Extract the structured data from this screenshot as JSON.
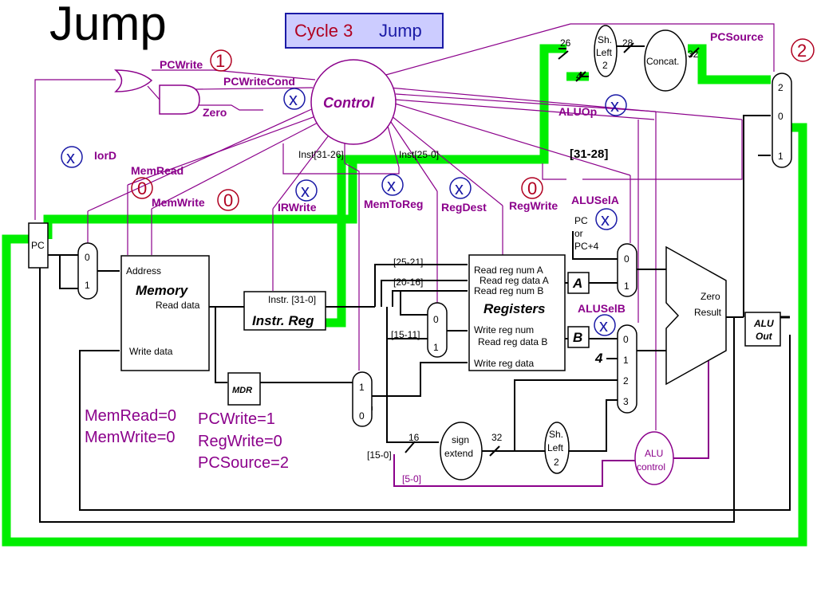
{
  "title": "Jump",
  "cycle_box": {
    "cycle": "Cycle 3",
    "phase": "Jump"
  },
  "control": {
    "label": "Control"
  },
  "signals": {
    "pcwrite": "PCWrite",
    "pcwritecond": "PCWriteCond",
    "zero": "Zero",
    "iord": "IorD",
    "memread": "MemRead",
    "memwrite": "MemWrite",
    "irwrite": "IRWrite",
    "memtoreg": "MemToReg",
    "regdest": "RegDest",
    "regwrite": "RegWrite",
    "pcsource": "PCSource",
    "aluop": "ALUOp",
    "alusela": "ALUSelA",
    "aluselb": "ALUSelB"
  },
  "markers": {
    "pcwrite": "1",
    "pcwritecond": "x",
    "iord": "x",
    "memread": "0",
    "memwrite": "0",
    "irwrite": "x",
    "memtoreg": "x",
    "regdest": "x",
    "regwrite": "0",
    "pcsource": "2",
    "aluop": "x",
    "alusela": "x",
    "aluselb": "x"
  },
  "labels": {
    "pc": "PC",
    "memory_title": "Memory",
    "address": "Address",
    "read_data": "Read data",
    "write_data": "Write data",
    "instr_field": "Instr. [31-0]",
    "instr_reg": "Instr. Reg",
    "mdr": "MDR",
    "inst_31_26": "Inst[31-26]",
    "inst_25_0": "Inst[25-0]",
    "bits_25_21": "[25-21]",
    "bits_20_16": "[20-16]",
    "bits_15_11": "[15-11]",
    "bits_15_0": "[15-0]",
    "bits_5_0": "[5-0]",
    "bits_31_28": "[31-28]",
    "read_reg_a": "Read reg num A",
    "read_data_a": "Read reg data A",
    "read_reg_b": "Read reg num B",
    "registers": "Registers",
    "write_reg_num": "Write reg num",
    "read_data_b": "Read reg data B",
    "write_reg_data": "Write reg data",
    "reg_a": "A",
    "reg_b": "B",
    "const_4": "4",
    "pc_or": "PC",
    "or_word": "or",
    "pc_plus4": "PC+4",
    "alu_zero": "Zero",
    "alu_result": "Result",
    "alu_out_1": "ALU",
    "alu_out_2": "Out",
    "alu_control_1": "ALU",
    "alu_control_2": "control",
    "sign_extend_1": "sign",
    "sign_extend_2": "extend",
    "shl_1": "Sh.",
    "shl_2": "Left",
    "shl_3": "2",
    "concat": "Concat.",
    "w26": "26",
    "w28": "28",
    "w32a": "32",
    "w4": "4",
    "w16": "16",
    "w32b": "32",
    "m0": "0",
    "m1": "1",
    "m2": "2",
    "m3": "3"
  },
  "status": {
    "memread": "MemRead=0",
    "memwrite": "MemWrite=0",
    "pcwrite": "PCWrite=1",
    "regwrite": "RegWrite=0",
    "pcsource": "PCSource=2"
  },
  "colors": {
    "highlight": "#00ee00",
    "control_wire": "#8b008b",
    "marker_ring": "#1a1aa6",
    "marker_red": "#b00020",
    "cycle_bg": "#ccccff",
    "cycle_red": "#b00020",
    "cycle_blue": "#1a1aa6"
  }
}
